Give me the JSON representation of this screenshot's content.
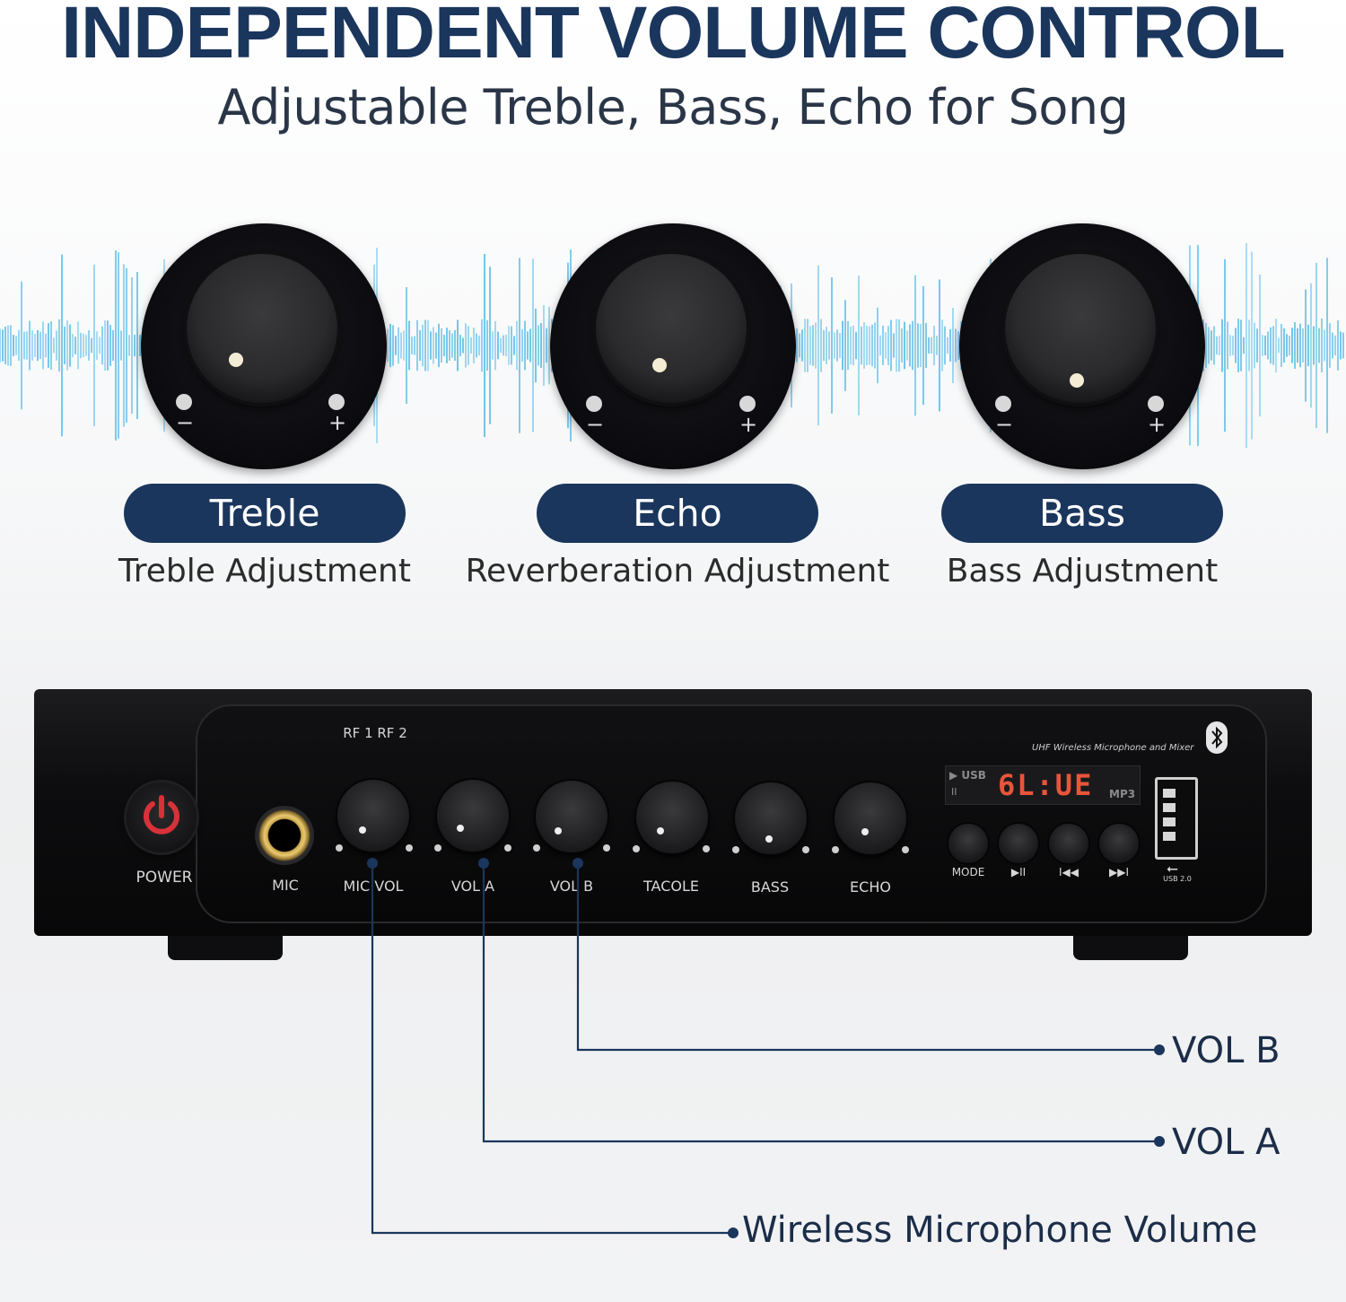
{
  "header": {
    "title": "INDEPENDENT VOLUME CONTROL",
    "subtitle": "Adjustable Treble, Bass, Echo for Song"
  },
  "colors": {
    "navy": "#1b365d",
    "wave": "#29a9e0",
    "red": "#d8313a"
  },
  "knobs": [
    {
      "label": "Treble",
      "caption": "Treble Adjustment",
      "minus": "−",
      "plus": "+"
    },
    {
      "label": "Echo",
      "caption": "Reverberation Adjustment",
      "minus": "−",
      "plus": "+"
    },
    {
      "label": "Bass",
      "caption": "Bass Adjustment",
      "minus": "−",
      "plus": "+"
    }
  ],
  "device": {
    "power_label": "POWER",
    "mic_label": "MIC",
    "rf_label": "RF 1 RF 2",
    "brand_text": "UHF Wireless Microphone and Mixer",
    "display": {
      "usb": "▶ USB",
      "pause": "II",
      "digits": "6L:UE",
      "mp3": "MP3"
    },
    "knob_labels": [
      "MIC VOL",
      "VOL A",
      "VOL B",
      "TACOLE",
      "BASS",
      "ECHO"
    ],
    "button_labels": [
      "MODE",
      "▶II",
      "I◀◀",
      "▶▶I"
    ],
    "usb_label": "USB 2.0"
  },
  "callouts": {
    "vol_b": "VOL B",
    "vol_a": "VOL A",
    "mic": "Wireless Microphone Volume"
  }
}
